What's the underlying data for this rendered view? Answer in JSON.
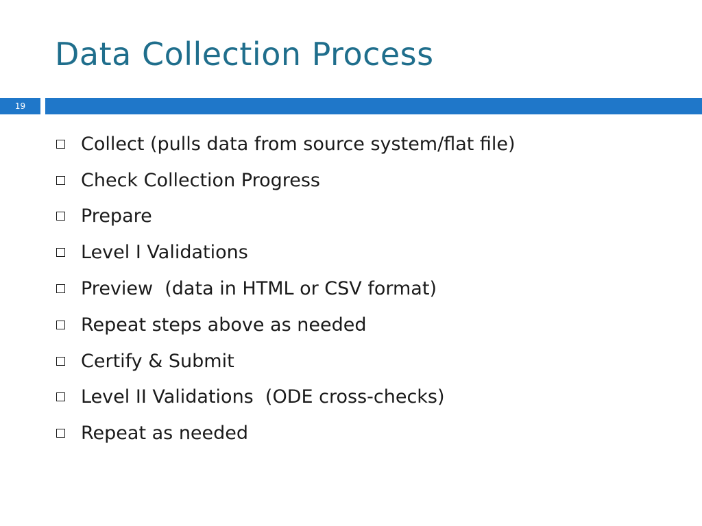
{
  "slide": {
    "title": "Data Collection Process",
    "number": "19"
  },
  "bullets": [
    "Collect (pulls data from source system/flat file)",
    "Check Collection Progress",
    "Prepare",
    "Level I Validations",
    "Preview  (data in HTML or CSV format)",
    "Repeat steps above as needed",
    "Certify & Submit",
    "Level II Validations  (ODE cross-checks)",
    "Repeat as needed"
  ],
  "bullet_icon": "checkbox-outline-icon",
  "colors": {
    "title": "#1f6e8c",
    "accent_bar": "#1f77c9",
    "text": "#1a1a1a",
    "background": "#ffffff"
  }
}
